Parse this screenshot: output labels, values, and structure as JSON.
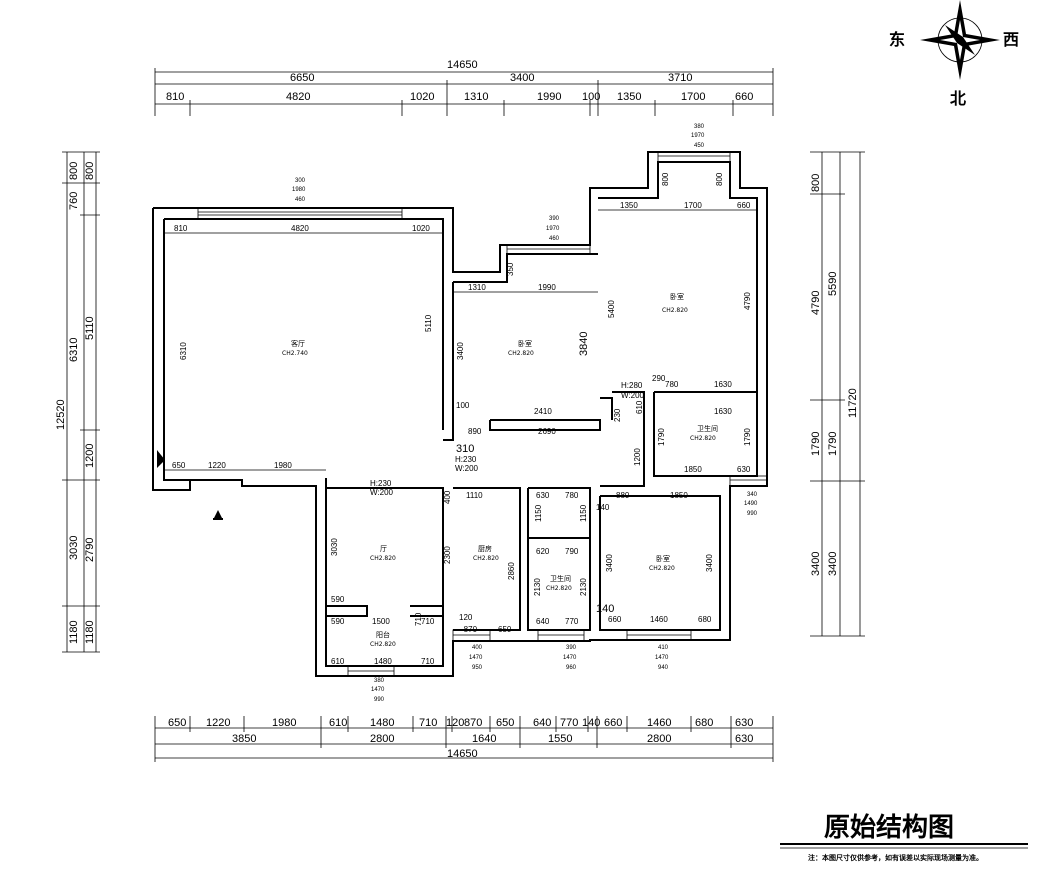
{
  "compass": {
    "east": "东",
    "west": "西",
    "north": "北"
  },
  "title": "原始结构图",
  "note": "注：本图尺寸仅供参考，如有误差以实际现场测量为准。",
  "top_dims": {
    "total": "14650",
    "row2": [
      "6650",
      "3400",
      "3710"
    ],
    "row3": [
      "810",
      "4820",
      "1020",
      "1310",
      "1990",
      "100",
      "1350",
      "1700",
      "660"
    ]
  },
  "bottom_dims": {
    "row1": [
      "650",
      "1220",
      "1980",
      "610",
      "1480",
      "710",
      "120",
      "870",
      "650",
      "640",
      "770",
      "140",
      "660",
      "1460",
      "680",
      "630"
    ],
    "row2": [
      "3850",
      "2800",
      "1640",
      "1550",
      "2800",
      "630"
    ],
    "total": "14650"
  },
  "left_dims": {
    "outer": [
      "800",
      "12520",
      "3030",
      "1180"
    ],
    "inner": [
      "800",
      "760",
      "6310",
      "5110",
      "1200",
      "2790",
      "1180"
    ]
  },
  "right_dims": {
    "outer": [
      "5590",
      "11720",
      "3400"
    ],
    "inner": [
      "800",
      "4790",
      "1790",
      "1790",
      "3400"
    ]
  },
  "rooms": [
    {
      "name": "客厅",
      "height": "CH2.740"
    },
    {
      "name": "卧室",
      "height": "CH2.820"
    },
    {
      "name": "卧室",
      "height": "CH2.820"
    },
    {
      "name": "卫生间",
      "height": "CH2.820"
    },
    {
      "name": "厅",
      "height": "CH2.820"
    },
    {
      "name": "厨房",
      "height": "CH2.820"
    },
    {
      "name": "卫生间",
      "height": "CH2.820"
    },
    {
      "name": "卧室",
      "height": "CH2.820"
    },
    {
      "name": "阳台",
      "height": "CH2.820"
    }
  ],
  "inner_dims": {
    "living": [
      "810",
      "4820",
      "1020",
      "6310",
      "5110",
      "650",
      "1220",
      "1980"
    ],
    "bed1": [
      "1310",
      "1990",
      "3400",
      "3840",
      "350",
      "100",
      "890",
      "2410",
      "2690",
      "310"
    ],
    "bed2": [
      "1350",
      "1700",
      "660",
      "800",
      "800",
      "5400",
      "4790",
      "290",
      "780",
      "1630",
      "230",
      "610"
    ],
    "bath1": [
      "1630",
      "1790",
      "1790",
      "1850",
      "630",
      "1200"
    ],
    "hall": [
      "3030",
      "590",
      "590",
      "1500",
      "710",
      "710",
      "610",
      "1480",
      "710"
    ],
    "kitchen": [
      "400",
      "1110",
      "2300",
      "2860",
      "120",
      "-870",
      "650"
    ],
    "bath2": [
      "630",
      "780",
      "1150",
      "1150",
      "620",
      "790",
      "2130",
      "2130",
      "640",
      "770",
      "140"
    ],
    "bed3": [
      "880",
      "1850",
      "3400",
      "3400",
      "660",
      "1460",
      "680",
      "140"
    ],
    "door": [
      "H:280",
      "W:200",
      "H:230",
      "W:200",
      "H:230",
      "W:200"
    ]
  },
  "windows": [
    [
      "380",
      "1970",
      "450"
    ],
    [
      "300",
      "1980",
      "460"
    ],
    [
      "390",
      "1970",
      "460"
    ],
    [
      "340",
      "1490",
      "990"
    ],
    [
      "400",
      "1470",
      "950"
    ],
    [
      "390",
      "1470",
      "960"
    ],
    [
      "410",
      "1470",
      "940"
    ],
    [
      "380",
      "1470",
      "990"
    ]
  ]
}
